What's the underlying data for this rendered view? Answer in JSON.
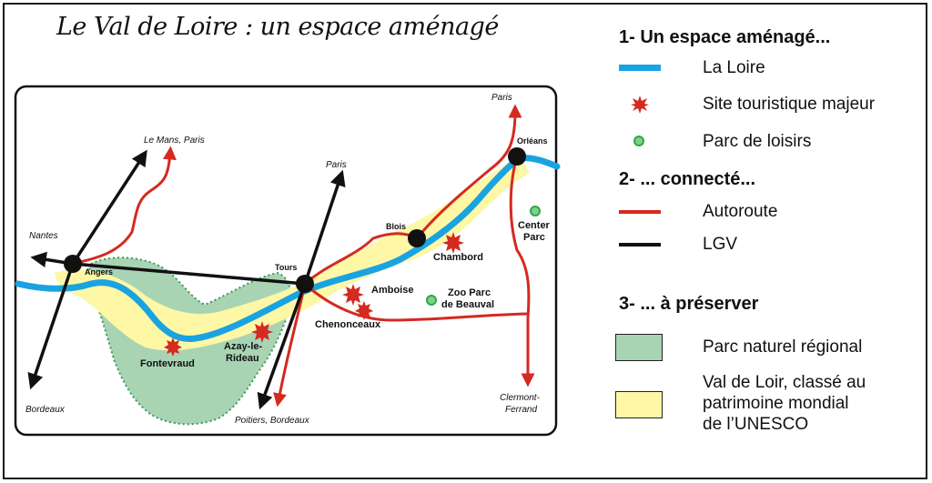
{
  "title": "Le Val de Loire : un espace aménagé",
  "legend": {
    "section1": "1- Un espace aménagé...",
    "loire": "La Loire",
    "site": "Site touristique majeur",
    "parc_loisirs": "Parc de loisirs",
    "section2": "2- ... connecté...",
    "autoroute": "Autoroute",
    "lgv": "LGV",
    "section3": "3- ... à préserver",
    "parc_naturel": "Parc naturel régional",
    "unesco_1": "Val de Loir, classé au",
    "unesco_2": "patrimoine mondial",
    "unesco_3": "de l’UNESCO"
  },
  "cities": {
    "angers": "Angers",
    "tours": "Tours",
    "blois": "Blois",
    "orleans": "Orléans"
  },
  "destinations": {
    "nantes": "Nantes",
    "le_mans": "Le Mans, Paris",
    "paris_tours": "Paris",
    "paris_orleans": "Paris",
    "bordeaux": "Bordeaux",
    "poitiers": "Poitiers, Bordeaux",
    "clermont_1": "Clermont-",
    "clermont_2": "Ferrand"
  },
  "sites": {
    "fontevraud": "Fontevraud",
    "azay_1": "Azay-le-",
    "azay_2": "Rideau",
    "amboise": "Amboise",
    "chenonceaux": "Chenonceaux",
    "chambord": "Chambord"
  },
  "parcs": {
    "zoo_1": "Zoo Parc",
    "zoo_2": "de Beauval",
    "center_1": "Center",
    "center_2": "Parc"
  },
  "colors": {
    "loire": "#1aa3e0",
    "autoroute": "#d42a20",
    "lgv": "#111111",
    "parc_naturel": "#a8d4b4",
    "unesco": "#fdf7a6",
    "site": "#d42a20",
    "parc_loisirs": "#2ea84a"
  }
}
